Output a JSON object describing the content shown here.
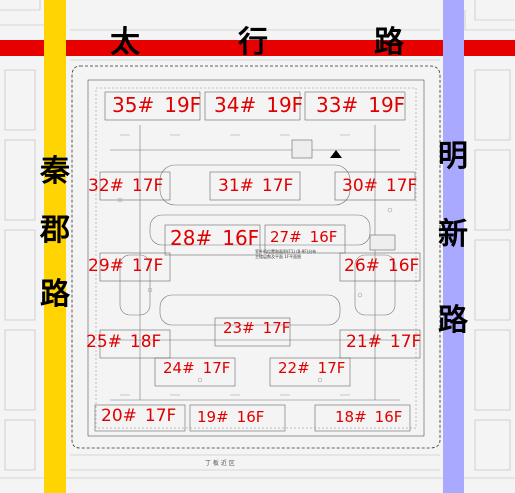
{
  "roads": {
    "north": {
      "chars": [
        "太",
        "行",
        "路"
      ],
      "color": "#e60000"
    },
    "west": {
      "chars": [
        "秦",
        "郡",
        "路"
      ],
      "color": "#ffd400"
    },
    "east": {
      "chars": [
        "明",
        "新",
        "路"
      ],
      "color": "#a9a9ff"
    }
  },
  "buildings": [
    {
      "num": "35#",
      "floors": "19F"
    },
    {
      "num": "34#",
      "floors": "19F"
    },
    {
      "num": "33#",
      "floors": "19F"
    },
    {
      "num": "32#",
      "floors": "17F"
    },
    {
      "num": "31#",
      "floors": "17F"
    },
    {
      "num": "30#",
      "floors": "17F"
    },
    {
      "num": "28#",
      "floors": "16F"
    },
    {
      "num": "27#",
      "floors": "16F"
    },
    {
      "num": "29#",
      "floors": "17F"
    },
    {
      "num": "26#",
      "floors": "16F"
    },
    {
      "num": "23#",
      "floors": "17F"
    },
    {
      "num": "25#",
      "floors": "18F"
    },
    {
      "num": "21#",
      "floors": "17F"
    },
    {
      "num": "24#",
      "floors": "17F"
    },
    {
      "num": "22#",
      "floors": "17F"
    },
    {
      "num": "20#",
      "floors": "17F"
    },
    {
      "num": "19#",
      "floors": "16F"
    },
    {
      "num": "18#",
      "floors": "16F"
    }
  ],
  "site_note": {
    "line1": "室外机位置和面积(F1)  (8-9F)分布",
    "line2": "主楼层数及平面  1F平面图"
  },
  "bottom_label": "丁    板    近    区"
}
